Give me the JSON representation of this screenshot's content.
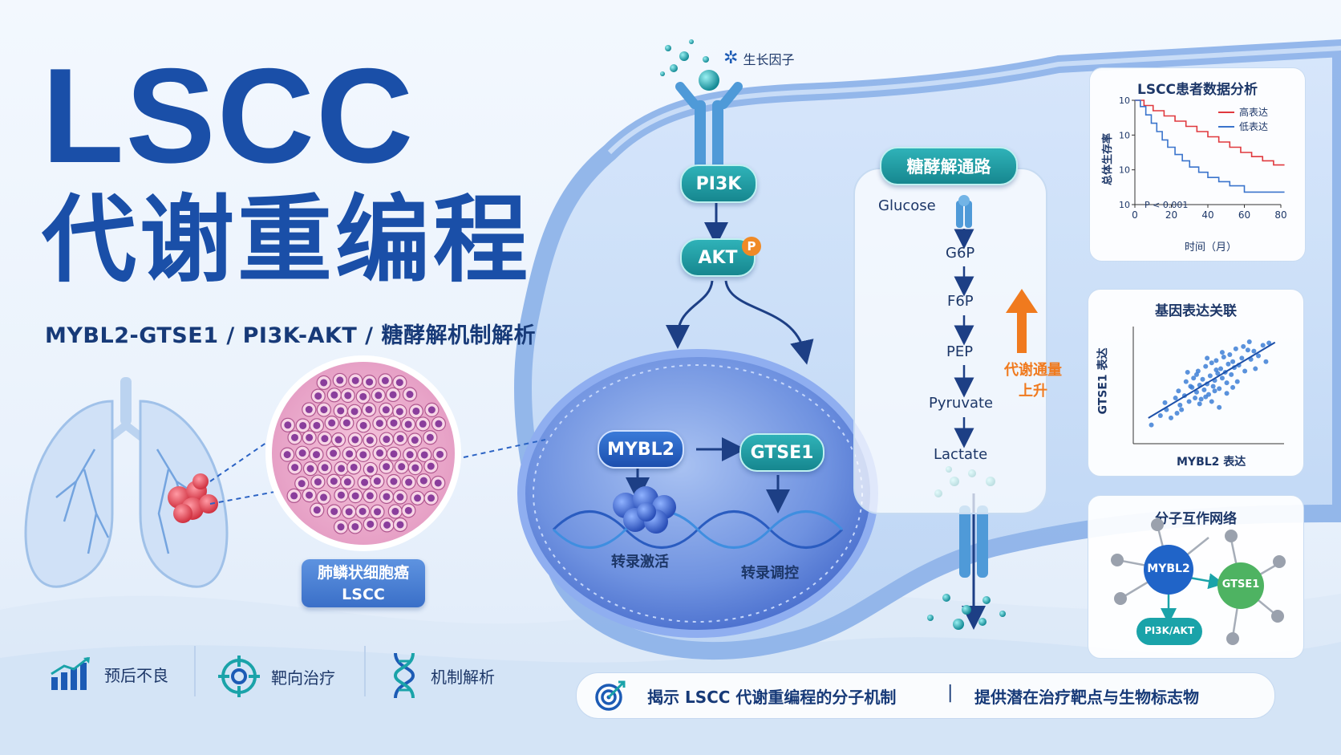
{
  "title": {
    "main": "LSCC",
    "sub": "代谢重编程",
    "tagline": "MYBL2-GTSE1 / PI3K-AKT / 糖酵解机制解析"
  },
  "lung_section": {
    "tissue_label_line1": "肺鳞状细胞癌",
    "tissue_label_line2": "LSCC"
  },
  "features": [
    {
      "icon": "bar-chart-icon",
      "label": "预后不良"
    },
    {
      "icon": "target-icon",
      "label": "靶向治疗"
    },
    {
      "icon": "dna-icon",
      "label": "机制解析"
    }
  ],
  "cell_diagram": {
    "growth_factor": "生长因子",
    "pi3k": "PI3K",
    "akt": "AKT",
    "phospho": "P",
    "mybl2": "MYBL2",
    "gtse1": "GTSE1",
    "transcription_activation": "转录激活",
    "transcription_regulation": "转录调控"
  },
  "glycolysis": {
    "title": "糖酵解通路",
    "steps": [
      "Glucose",
      "G6P",
      "F6P",
      "PEP",
      "Pyruvate",
      "Lactate"
    ],
    "flux_label_line1": "代谢通量",
    "flux_label_line2": "上升"
  },
  "survival_panel": {
    "title": "LSCC患者数据分析",
    "ylabel": "总体生存率",
    "xlabel": "时间（月）",
    "pvalue": "P < 0.001"
  },
  "correlation_panel": {
    "title": "基因表达关联",
    "ylabel": "GTSE1 表达",
    "xlabel": "MYBL2 表达"
  },
  "network_panel": {
    "title": "分子互作网络",
    "nodes": [
      "MYBL2",
      "GTSE1",
      "PI3K/AKT"
    ]
  },
  "banner": {
    "left_text": "揭示 LSCC 代谢重编程的分子机制",
    "separator": "|",
    "right_text": "提供潜在治疗靶点与生物标志物"
  },
  "chart_data": [
    {
      "type": "line",
      "title": "LSCC患者数据分析",
      "xlabel": "时间（月）",
      "ylabel": "总体生存率",
      "xlim": [
        0,
        80
      ],
      "x_ticks": [
        0,
        20,
        40,
        60,
        80
      ],
      "y_tick_labels": [
        "10",
        "10",
        "10",
        "10"
      ],
      "series": [
        {
          "name": "高表达",
          "color": "#e0393e",
          "x": [
            0,
            5,
            10,
            16,
            22,
            28,
            34,
            40,
            46,
            52,
            58,
            64,
            70,
            76,
            82
          ],
          "y": [
            1.0,
            0.95,
            0.9,
            0.85,
            0.8,
            0.75,
            0.7,
            0.65,
            0.6,
            0.55,
            0.5,
            0.46,
            0.42,
            0.38,
            0.38
          ]
        },
        {
          "name": "低表达",
          "color": "#3a74cc",
          "x": [
            0,
            3,
            6,
            9,
            12,
            15,
            18,
            22,
            26,
            30,
            35,
            40,
            46,
            52,
            60,
            70,
            82
          ],
          "y": [
            1.0,
            0.94,
            0.86,
            0.78,
            0.7,
            0.62,
            0.55,
            0.48,
            0.42,
            0.36,
            0.31,
            0.26,
            0.22,
            0.18,
            0.12,
            0.12,
            0.12
          ]
        }
      ],
      "legend": "top-right",
      "annotation": "P < 0.001"
    },
    {
      "type": "scatter",
      "title": "基因表达关联",
      "xlabel": "MYBL2 表达",
      "ylabel": "GTSE1 表达",
      "xlim": [
        0,
        10
      ],
      "ylim": [
        0,
        10
      ],
      "x": [
        1.2,
        1.8,
        2.1,
        2.5,
        2.8,
        3.0,
        3.2,
        3.4,
        3.5,
        3.7,
        3.9,
        4.0,
        4.1,
        4.2,
        4.3,
        4.4,
        4.5,
        4.6,
        4.7,
        4.8,
        4.9,
        5.0,
        5.1,
        5.2,
        5.3,
        5.4,
        5.5,
        5.6,
        5.7,
        5.8,
        5.9,
        6.0,
        6.1,
        6.2,
        6.3,
        6.4,
        6.5,
        6.6,
        6.7,
        6.8,
        7.0,
        7.2,
        7.4,
        7.6,
        7.8,
        8.0,
        8.3,
        8.6,
        9.0,
        2.2,
        3.1,
        3.8,
        4.4,
        5.2,
        5.9,
        6.6,
        7.3,
        8.1,
        4.8,
        5.5,
        6.2,
        3.6,
        4.9,
        5.7,
        6.9,
        7.7,
        2.9,
        8.8,
        4.2,
        5.4
      ],
      "y": [
        1.6,
        2.4,
        3.5,
        2.2,
        3.9,
        4.5,
        2.9,
        4.1,
        5.3,
        3.6,
        4.8,
        5.6,
        3.9,
        4.4,
        6.2,
        5.0,
        3.8,
        5.5,
        4.6,
        6.6,
        5.1,
        4.2,
        5.8,
        6.9,
        4.9,
        5.4,
        7.1,
        6.0,
        4.7,
        6.4,
        5.6,
        7.4,
        6.1,
        5.2,
        6.8,
        7.6,
        5.9,
        7.0,
        6.5,
        8.1,
        6.7,
        7.3,
        6.2,
        8.0,
        7.2,
        7.9,
        7.5,
        8.4,
        8.6,
        2.9,
        3.3,
        4.9,
        3.4,
        3.6,
        7.8,
        4.8,
        8.3,
        6.4,
        4.0,
        6.3,
        4.3,
        6.1,
        7.3,
        3.1,
        5.3,
        8.7,
        2.6,
        7.0,
        5.9,
        4.5
      ],
      "trendline": true
    }
  ],
  "colors": {
    "brand_blue": "#1a4fa8",
    "teal": "#1b9aa2",
    "orange": "#f07a1e",
    "red": "#e0393e",
    "green": "#47ad5a"
  }
}
